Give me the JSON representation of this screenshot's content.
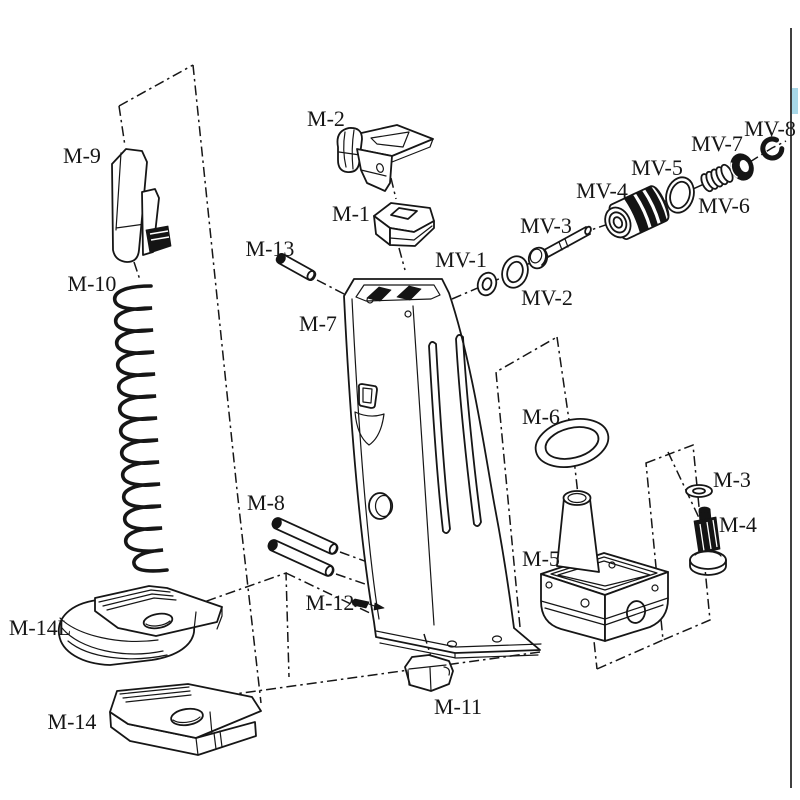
{
  "labels": {
    "m1": "M-1",
    "m2": "M-2",
    "m3": "M-3",
    "m4": "M-4",
    "m5": "M-5",
    "m6": "M-6",
    "m7": "M-7",
    "m8": "M-8",
    "m9": "M-9",
    "m10": "M-10",
    "m11": "M-11",
    "m12": "M-12",
    "m13": "M-13",
    "m14": "M-14",
    "m14l": "M-14L",
    "mv1": "MV-1",
    "mv2": "MV-2",
    "mv3": "MV-3",
    "mv4": "MV-4",
    "mv5": "MV-5",
    "mv6": "MV-6",
    "mv7": "MV-7",
    "mv8": "MV-8"
  },
  "colors": {
    "ink": "#161616",
    "paper": "#ffffff",
    "dark_part_fill": "#141414",
    "scan_edge": "#404040",
    "scan_tint": "#a8d8e8"
  }
}
